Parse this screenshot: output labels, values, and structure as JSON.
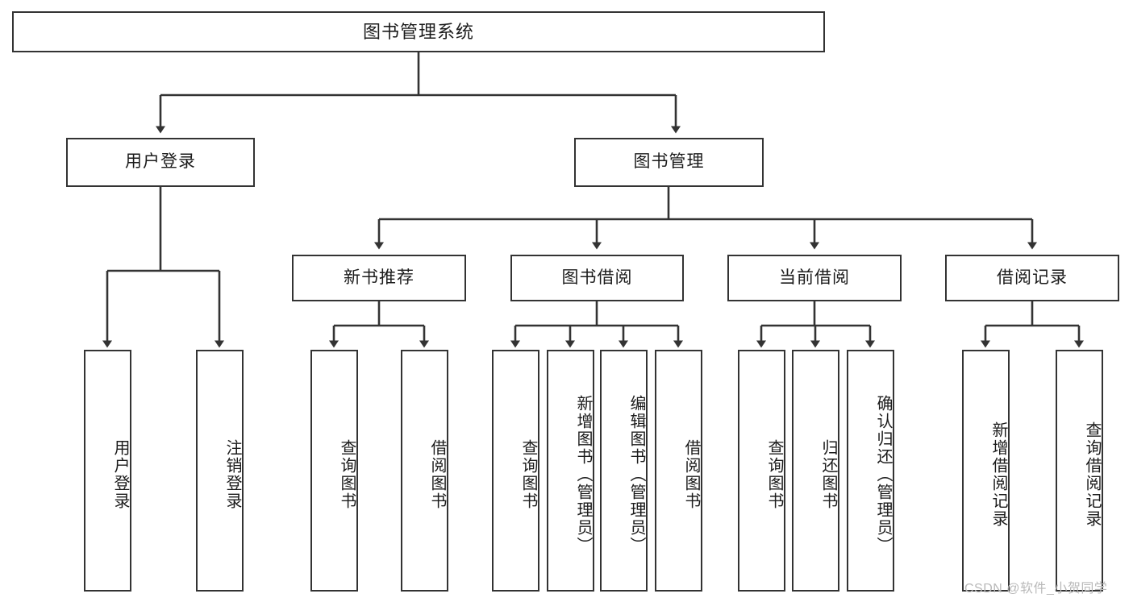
{
  "diagram": {
    "title": "图书管理系统",
    "type": "hierarchy-tree",
    "root": {
      "id": "root",
      "label": "图书管理系统"
    },
    "level2": [
      {
        "id": "user-login",
        "label": "用户登录"
      },
      {
        "id": "book-manage",
        "label": "图书管理"
      }
    ],
    "level3": [
      {
        "id": "new-book-recommend",
        "label": "新书推荐"
      },
      {
        "id": "book-borrow",
        "label": "图书借阅"
      },
      {
        "id": "current-borrow",
        "label": "当前借阅"
      },
      {
        "id": "borrow-record",
        "label": "借阅记录"
      }
    ],
    "leaves": {
      "user_login": [
        {
          "id": "leaf-user-login",
          "label": "用户登录"
        },
        {
          "id": "leaf-logout-login",
          "label": "注销登录"
        }
      ],
      "new_book_recommend": [
        {
          "id": "leaf-query-book-1",
          "label": "查询图书"
        },
        {
          "id": "leaf-borrow-book-1",
          "label": "借阅图书"
        }
      ],
      "book_borrow": [
        {
          "id": "leaf-query-book-2",
          "label": "查询图书"
        },
        {
          "id": "leaf-add-book",
          "label": "新增图书（管理员）"
        },
        {
          "id": "leaf-edit-book",
          "label": "编辑图书（管理员）"
        },
        {
          "id": "leaf-borrow-book-2",
          "label": "借阅图书"
        }
      ],
      "current_borrow": [
        {
          "id": "leaf-query-book-3",
          "label": "查询图书"
        },
        {
          "id": "leaf-return-book",
          "label": "归还图书"
        },
        {
          "id": "leaf-confirm-return",
          "label": "确认归还（管理员）"
        }
      ],
      "borrow_record": [
        {
          "id": "leaf-add-record",
          "label": "新增借阅记录"
        },
        {
          "id": "leaf-query-record",
          "label": "查询借阅记录"
        }
      ]
    },
    "colors": {
      "stroke": "#333333",
      "fill": "#ffffff",
      "text": "#1b1b1b",
      "watermark": "#b9b9b9"
    }
  },
  "watermark": {
    "text": "CSDN @软件_小贺同学"
  }
}
